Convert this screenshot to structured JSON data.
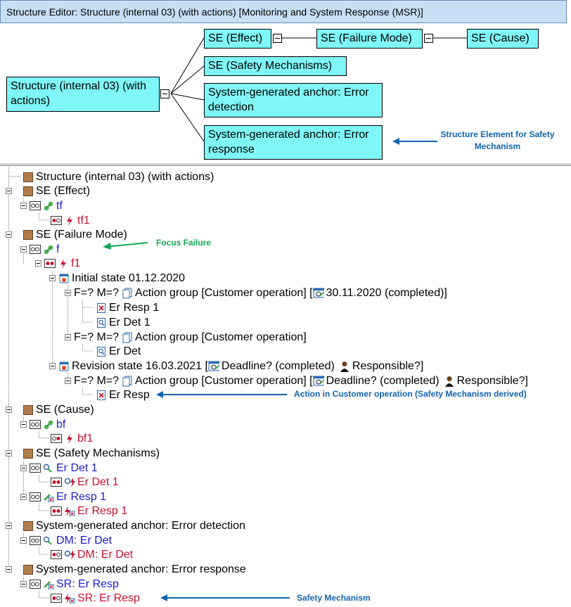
{
  "window": {
    "title": "Structure Editor: Structure (internal 03) (with actions) [Monitoring and System Response (MSR)]"
  },
  "diagram": {
    "root": "Structure (internal 03) (with actions)",
    "effect": "SE (Effect)",
    "failure_mode": "SE (Failure Mode)",
    "cause": "SE (Cause)",
    "safety_mechanisms": "SE (Safety Mechanisms)",
    "anchor_detection": "System-generated anchor: Error detection",
    "anchor_response": "System-generated anchor: Error response",
    "annotation": "Structure Element for Safety Mechanism"
  },
  "tree": {
    "root": "Structure (internal 03) (with actions)",
    "se_effect": "SE (Effect)",
    "tf": "tf",
    "tf1": "tf1",
    "se_failure_mode": "SE (Failure Mode)",
    "f": "f",
    "f1": "f1",
    "focus_annotation": "Focus Failure",
    "initial_state": "Initial state 01.12.2020",
    "fm1": "F=? M=?",
    "ag1": "Action group [Customer operation] [",
    "date1": "30.11.2020 (completed)]",
    "er_resp_1": "Er Resp 1",
    "er_det_1": "Er Det 1",
    "fm2": "F=? M=?",
    "ag2": "Action group [Customer operation]",
    "er_det": "Er Det",
    "revision_state": "Revision state 16.03.2021 [",
    "deadline1": "Deadline? (completed)",
    "responsible1": "Responsible?]",
    "fm3": "F=? M=?",
    "ag3": "Action group [Customer operation] [",
    "deadline2": "Deadline? (completed)",
    "responsible2": "Responsible?]",
    "er_resp": "Er Resp",
    "action_annotation": "Action in Customer operation (Safety Mechanism derived)",
    "se_cause": "SE (Cause)",
    "bf": "bf",
    "bf1": "bf1",
    "se_safety": "SE (Safety Mechanisms)",
    "sm_er_det_1": "Er Det 1",
    "sm_er_det_1_fail": "Er Det 1",
    "sm_er_resp_1": "Er Resp 1",
    "sm_er_resp_1_fail": "Er Resp 1",
    "anchor_det": "System-generated anchor: Error detection",
    "dm_er_det": "DM: Er Det",
    "dm_er_det_fail": "DM: Er Det",
    "anchor_resp": "System-generated anchor: Error response",
    "sr_er_resp": "SR: Er Resp",
    "sr_er_resp_fail": "SR: Er Resp",
    "safety_annotation": "Safety Mechanism"
  }
}
